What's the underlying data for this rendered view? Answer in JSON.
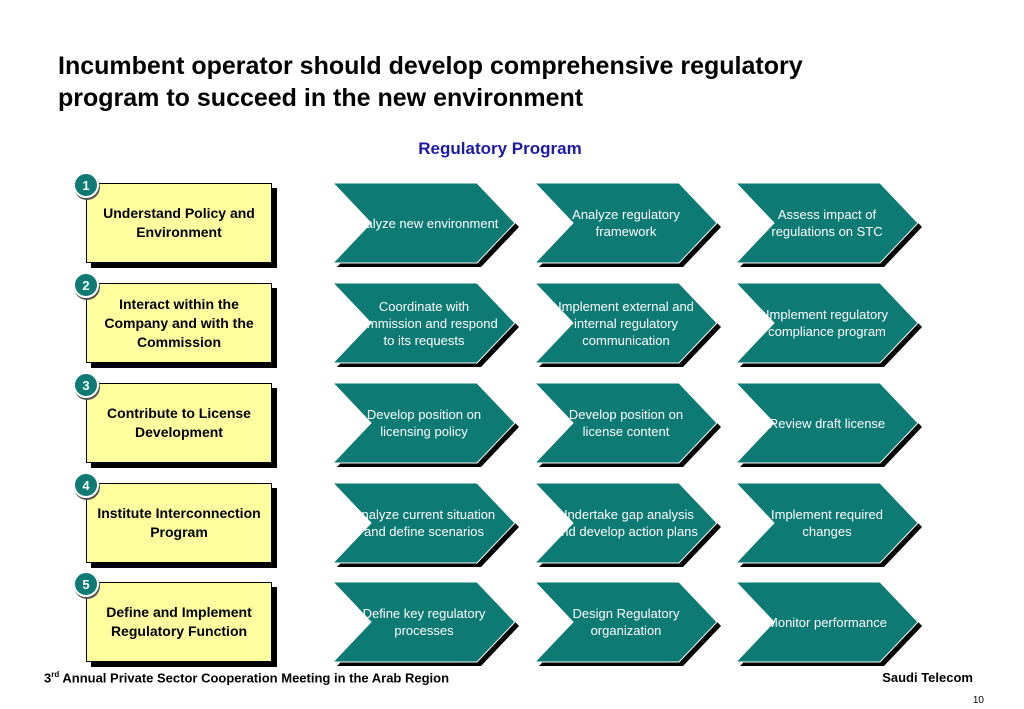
{
  "title": {
    "line1": "Incumbent operator should develop comprehensive regulatory",
    "line2": "program to succeed in the new environment"
  },
  "subtitle": "Regulatory Program",
  "rows": [
    {
      "number": "1",
      "label": "Understand Policy and Environment",
      "steps": [
        "Analyze new environment",
        "Analyze regulatory framework",
        "Assess impact of regulations on STC"
      ]
    },
    {
      "number": "2",
      "label": "Interact within the Company and with the Commission",
      "steps": [
        "Coordinate with Commission and respond to its requests",
        "Implement external and internal regulatory communication",
        "Implement regulatory compliance program"
      ]
    },
    {
      "number": "3",
      "label": "Contribute to License Development",
      "steps": [
        "Develop position on licensing policy",
        "Develop position on license content",
        "Review draft license"
      ]
    },
    {
      "number": "4",
      "label": "Institute Interconnection Program",
      "steps": [
        "Analyze current situation and define scenarios",
        "Undertake gap analysis and develop action plans",
        "Implement required changes"
      ]
    },
    {
      "number": "5",
      "label": "Define and Implement Regulatory Function",
      "steps": [
        "Define key regulatory processes",
        "Design Regulatory organization",
        "Monitor performance"
      ]
    }
  ],
  "footer": {
    "left_prefix": "3",
    "left_sup": "rd",
    "left_text": " Annual Private Sector Cooperation Meeting in the Arab Region",
    "right": "Saudi Telecom",
    "page_number": "10"
  },
  "colors": {
    "chevron": "#0d7a74",
    "box": "#ffffa0",
    "subtitle": "#1a1aa6"
  }
}
